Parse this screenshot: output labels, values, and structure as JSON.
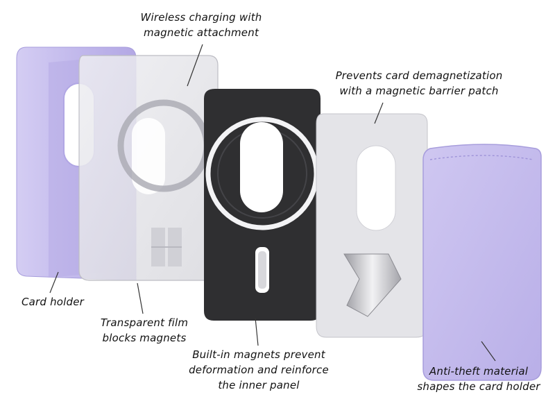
{
  "labels": {
    "wireless": [
      "Wireless charging with",
      "magnetic attachment"
    ],
    "prevents": [
      "Prevents card demagnetization",
      "with a magnetic barrier patch"
    ],
    "card_holder": [
      "Card holder"
    ],
    "film": [
      "Transparent film",
      "blocks magnets"
    ],
    "magnets": [
      "Built-in magnets prevent",
      "deformation and reinforce",
      "the inner panel"
    ],
    "antitheft": [
      "Anti-theft material",
      "shapes the card holder"
    ]
  },
  "colors": {
    "purple": "#c7c0ec",
    "purple_dark": "#a79ddc",
    "black_panel": "#2f2f31",
    "glass": "#e4e4e8",
    "metal": "#cfcfd4"
  }
}
